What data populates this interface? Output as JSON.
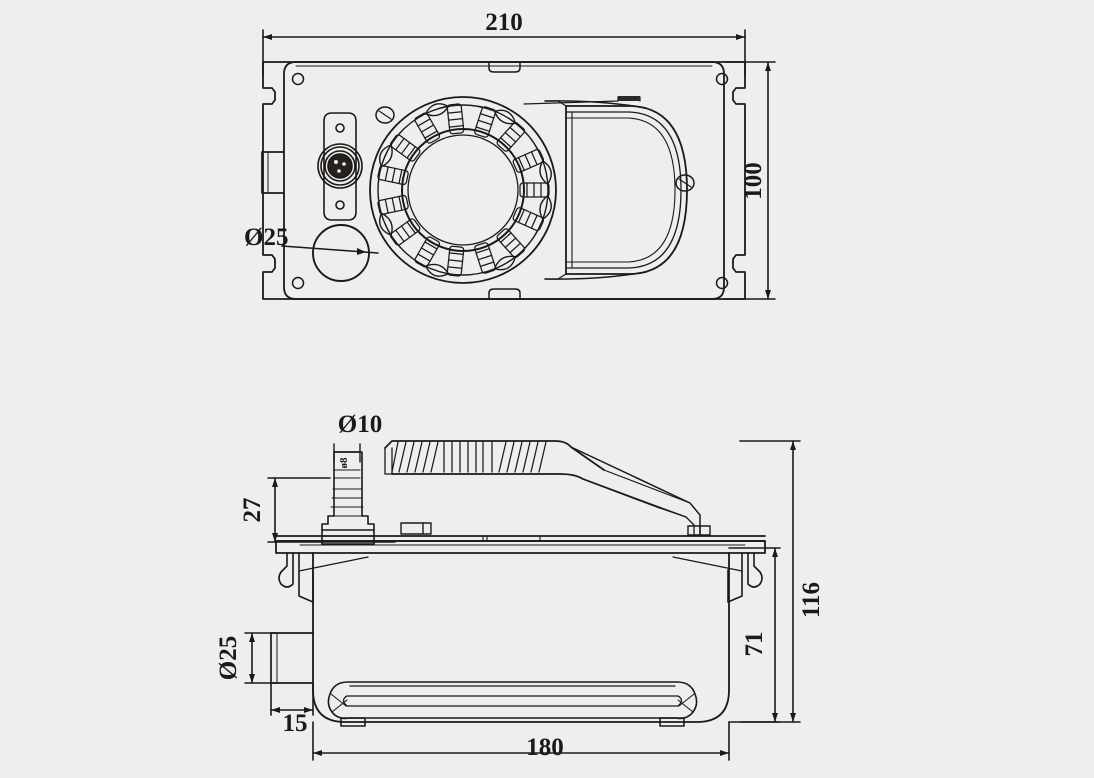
{
  "drawing": {
    "title": "Macerator pump unit dimensional drawing",
    "background_color": "#efeeec",
    "line_color": "#1a1a1a",
    "units": "mm",
    "views": [
      {
        "name": "top-view",
        "label": ""
      },
      {
        "name": "side-view",
        "label": ""
      }
    ]
  },
  "dimensions": {
    "top_overall_width": "210",
    "top_overall_height": "100",
    "top_port_diameter": "Ø25",
    "side_nozzle_outer_diameter": "Ø10",
    "side_nozzle_inner_diameter": "ø8",
    "side_nozzle_height": "27",
    "side_inlet_diameter": "Ø25",
    "side_inlet_offset": "15",
    "side_base_width": "180",
    "side_body_height": "71",
    "side_total_height": "116"
  },
  "watermark": {
    "text": ""
  }
}
